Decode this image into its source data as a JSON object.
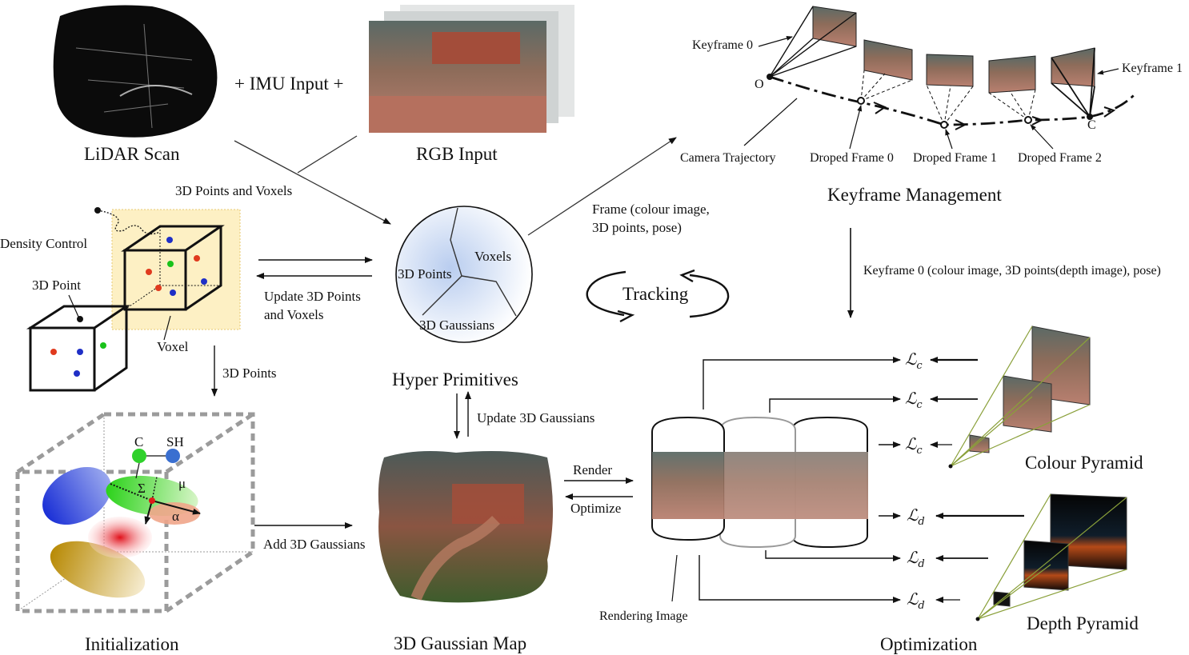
{
  "inputs": {
    "lidar_label": "LiDAR Scan",
    "imu_label": "+ IMU Input +",
    "rgb_label": "RGB Input",
    "points_voxels_label": "3D Points and Voxels"
  },
  "voxel_panel": {
    "density_control": "Density Control",
    "point_label": "3D Point",
    "voxel_label": "Voxel",
    "points_down_label": "3D Points"
  },
  "hyper": {
    "title": "Hyper Primitives",
    "points": "3D Points",
    "voxels": "Voxels",
    "gaussians": "3D Gaussians",
    "update_line1": "Update 3D Points",
    "update_line2": "and Voxels"
  },
  "frame_label": {
    "line1": "Frame (colour image,",
    "line2": "3D points, pose)"
  },
  "tracking": "Tracking",
  "keyframe": {
    "title": "Keyframe Management",
    "kf0": "Keyframe 0",
    "kf1": "Keyframe 1",
    "origin": "O",
    "current": "C",
    "trajectory": "Camera Trajectory",
    "dropped0": "Droped Frame 0",
    "dropped1": "Droped Frame 1",
    "dropped2": "Droped Frame 2",
    "to_opt": "Keyframe 0 (colour image, 3D points(depth image), pose)"
  },
  "init": {
    "title": "Initialization",
    "c": "C",
    "sh": "SH",
    "sigma": "Σ",
    "mu": "μ",
    "alpha": "α",
    "add_label": "Add 3D Gaussians"
  },
  "gmap": {
    "title": "3D Gaussian Map",
    "update": "Update 3D Gaussians",
    "render": "Render",
    "optimize": "Optimize"
  },
  "optimization": {
    "title": "Optimization",
    "rendering_image": "Rendering Image",
    "loss_c": "ℒ",
    "loss_c_sub": "c",
    "loss_d": "ℒ",
    "loss_d_sub": "d",
    "colour_pyramid": "Colour Pyramid",
    "depth_pyramid": "Depth Pyramid"
  },
  "colors": {
    "voxel_fill": "#fdf0c4",
    "sphere_fill": "#dbe7f7",
    "point_red": "#e03a1e",
    "point_blue": "#1f2fc6",
    "point_green": "#19c21a"
  }
}
